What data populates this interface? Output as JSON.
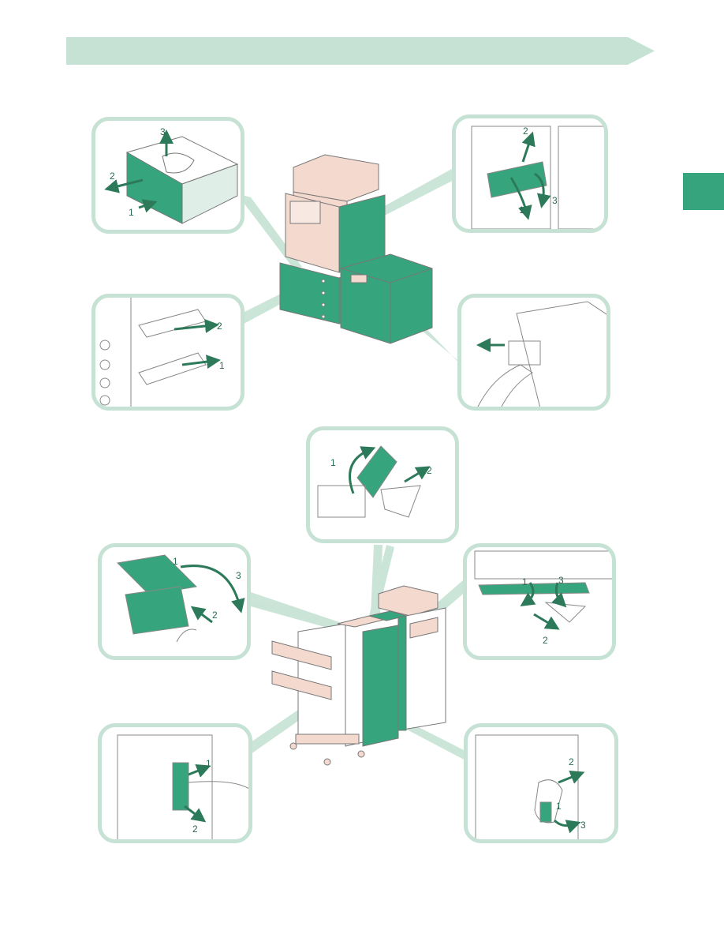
{
  "colors": {
    "banner": "#c5e2d4",
    "accent_green": "#36a57d",
    "arrow_green": "#2d7a5a",
    "panel_border": "#c5e2d4",
    "machine_beige": "#f4d9cf",
    "line_gray": "#777777"
  },
  "callouts": {
    "cassette_top": [
      "1",
      "2",
      "3"
    ],
    "fixing_unit": [
      "1",
      "2",
      "3"
    ],
    "lower_cassettes": [
      "1",
      "2"
    ],
    "paper_deck": [],
    "feeder_top": [
      "1",
      "2"
    ],
    "finisher_top_cover": [
      "1",
      "2",
      "3"
    ],
    "buffer_pass": [
      "1",
      "2",
      "3"
    ],
    "finisher_front_left": [
      "1",
      "2"
    ],
    "finisher_front_right": [
      "1",
      "2",
      "3"
    ]
  },
  "icons": [
    "banner-arrow",
    "section-tab",
    "pull-arrow-icon"
  ]
}
